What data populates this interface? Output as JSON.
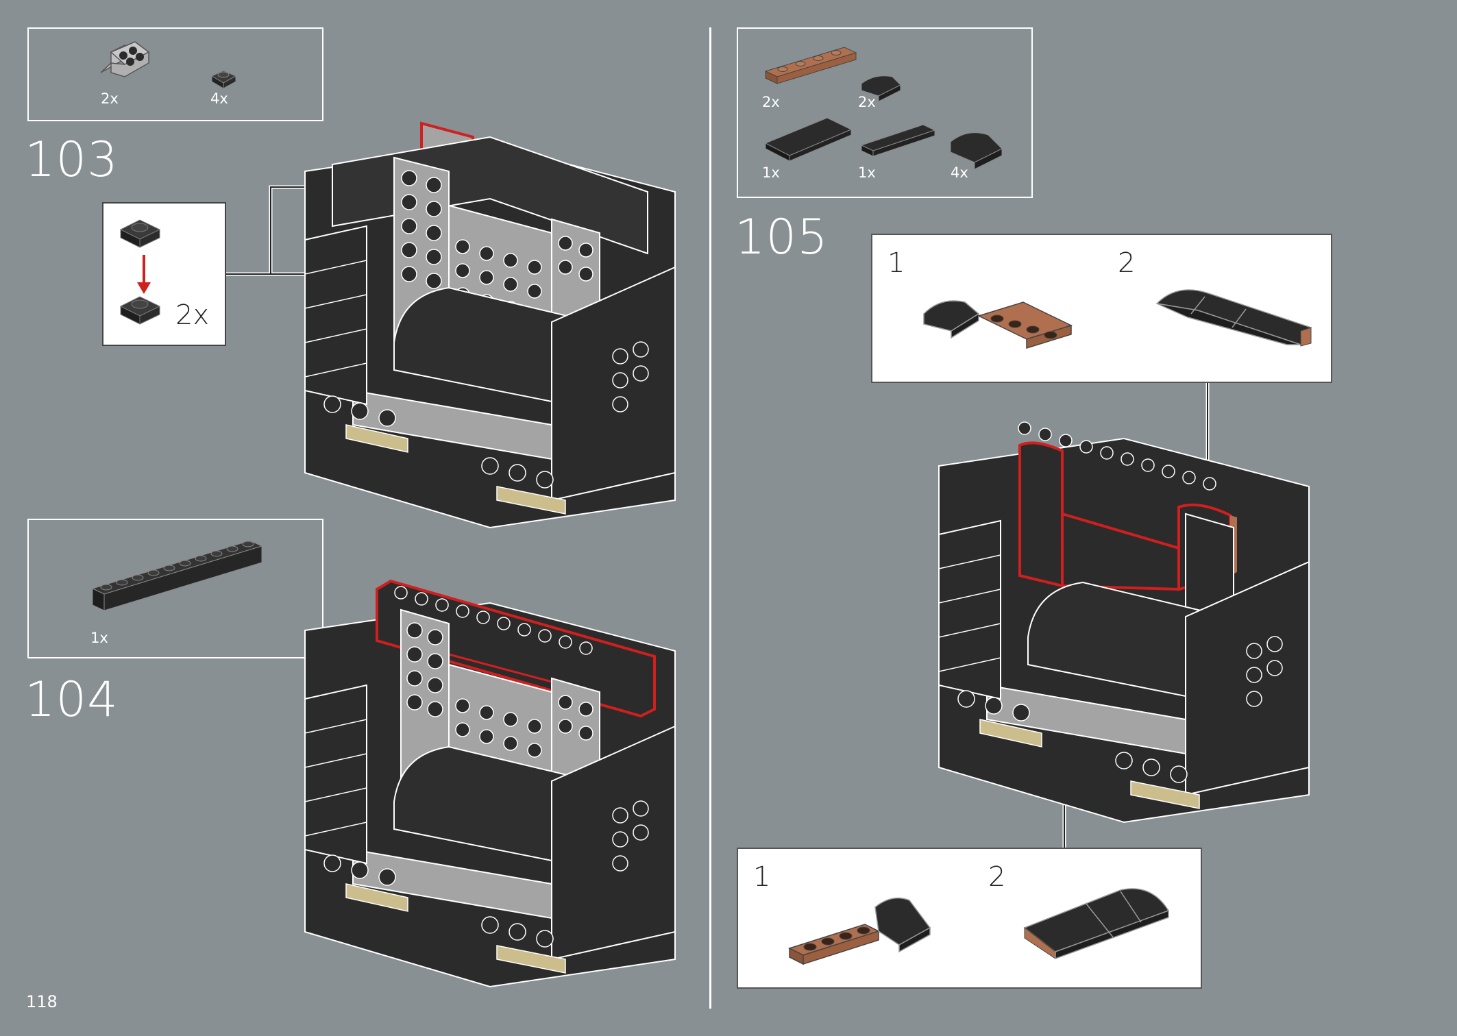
{
  "page_number": "118",
  "steps": [
    {
      "number": "103",
      "parts": [
        {
          "name": "bracket-plate-icon",
          "qty": "2x"
        },
        {
          "name": "plate-1x1-icon",
          "qty": "4x"
        }
      ],
      "callout": {
        "qty": "2x"
      }
    },
    {
      "number": "104",
      "parts": [
        {
          "name": "plate-1x10-icon",
          "qty": "1x"
        }
      ]
    },
    {
      "number": "105",
      "parts": [
        {
          "name": "plate-1x4-brown-icon",
          "qty": "2x"
        },
        {
          "name": "slope-curved-1x1-icon",
          "qty": "2x"
        },
        {
          "name": "tile-2x4-icon",
          "qty": "1x"
        },
        {
          "name": "tile-1x4-icon",
          "qty": "1x"
        },
        {
          "name": "slope-curved-2x2-icon",
          "qty": "4x"
        }
      ],
      "sub_top": {
        "label_1": "1",
        "label_2": "2"
      },
      "sub_bottom": {
        "label_1": "1",
        "label_2": "2"
      }
    }
  ],
  "colors": {
    "background": "#899093",
    "brick_black": "#2b2b2b",
    "plate_grey": "#a4a4a4",
    "highlight_red": "#d01f1f",
    "reddish_brown": "#b07050",
    "tan": "#cbbd8c"
  }
}
